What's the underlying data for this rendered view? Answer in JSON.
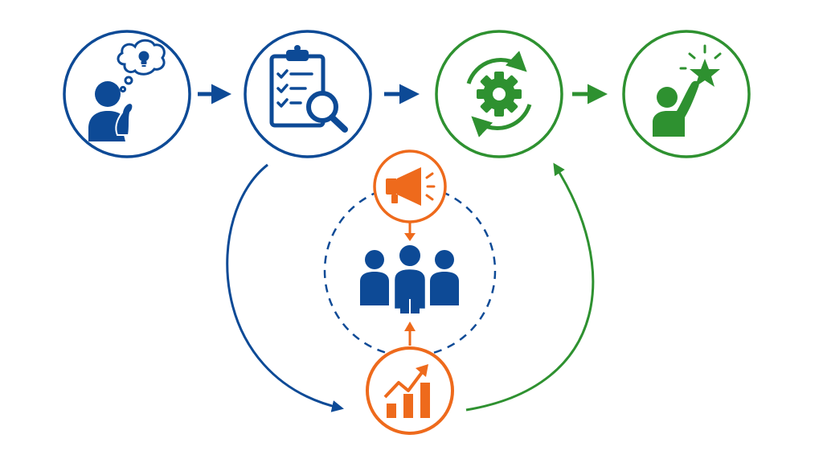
{
  "colors": {
    "blue": "#0d4a96",
    "green": "#2e9130",
    "orange": "#ee6a1c",
    "background": "#ffffff",
    "bulb": "#0d4a96"
  },
  "nodes": [
    {
      "id": "idea",
      "icon": "thinking-person-lightbulb-icon",
      "color": "blue"
    },
    {
      "id": "review",
      "icon": "clipboard-checklist-magnifier-icon",
      "color": "blue"
    },
    {
      "id": "process",
      "icon": "gear-refresh-cycle-icon",
      "color": "green"
    },
    {
      "id": "success",
      "icon": "person-reaching-star-icon",
      "color": "green"
    },
    {
      "id": "announce",
      "icon": "megaphone-icon",
      "color": "orange"
    },
    {
      "id": "team",
      "icon": "people-group-icon",
      "color": "blue"
    },
    {
      "id": "growth",
      "icon": "growth-bar-chart-icon",
      "color": "orange"
    }
  ],
  "connections": [
    {
      "from": "idea",
      "to": "review",
      "color": "blue"
    },
    {
      "from": "review",
      "to": "process",
      "color": "blue"
    },
    {
      "from": "process",
      "to": "success",
      "color": "green"
    },
    {
      "from": "review",
      "to": "growth",
      "color": "blue",
      "style": "curved"
    },
    {
      "from": "growth",
      "to": "process",
      "color": "green",
      "style": "curved"
    },
    {
      "from": "announce",
      "to": "team",
      "color": "orange"
    },
    {
      "from": "growth",
      "to": "team",
      "color": "orange"
    }
  ]
}
